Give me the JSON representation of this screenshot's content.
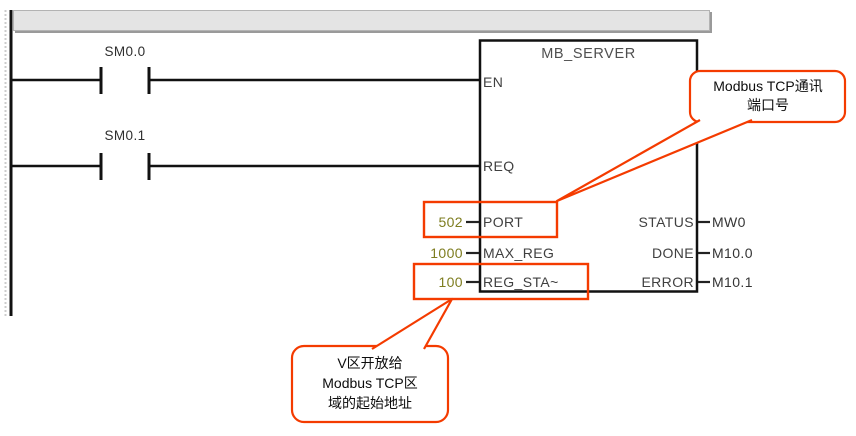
{
  "app_context": "plc-ladder-editor",
  "network": {
    "header_bar": ""
  },
  "ladder": {
    "contacts": [
      {
        "label": "SM0.0",
        "type": "normally-open"
      },
      {
        "label": "SM0.1",
        "type": "normally-open"
      }
    ]
  },
  "function_block": {
    "title": "MB_SERVER",
    "inputs": [
      {
        "pin": "EN",
        "value": ""
      },
      {
        "pin": "REQ",
        "value": ""
      },
      {
        "pin": "PORT",
        "value": "502",
        "highlighted": true
      },
      {
        "pin": "MAX_REG",
        "value": "1000",
        "highlighted": false
      },
      {
        "pin": "REG_STA~",
        "value": "100",
        "highlighted": true
      }
    ],
    "outputs": [
      {
        "pin": "STATUS",
        "operand": "MW0"
      },
      {
        "pin": "DONE",
        "operand": "M10.0"
      },
      {
        "pin": "ERROR",
        "operand": "M10.1"
      }
    ]
  },
  "callouts": [
    {
      "id": "port-callout",
      "target": "PORT",
      "lines": [
        "Modbus TCP通讯",
        "端口号"
      ]
    },
    {
      "id": "reg-start-callout",
      "target": "REG_STA~",
      "lines": [
        "V区开放给",
        "Modbus TCP区",
        "域的起始地址"
      ]
    }
  ],
  "colors": {
    "annotation_accent": "#F43B00",
    "operand_value": "#7E7D20",
    "wire": "#111111",
    "block_text": "#404040",
    "network_bar_fill": "#E4E4E4"
  }
}
